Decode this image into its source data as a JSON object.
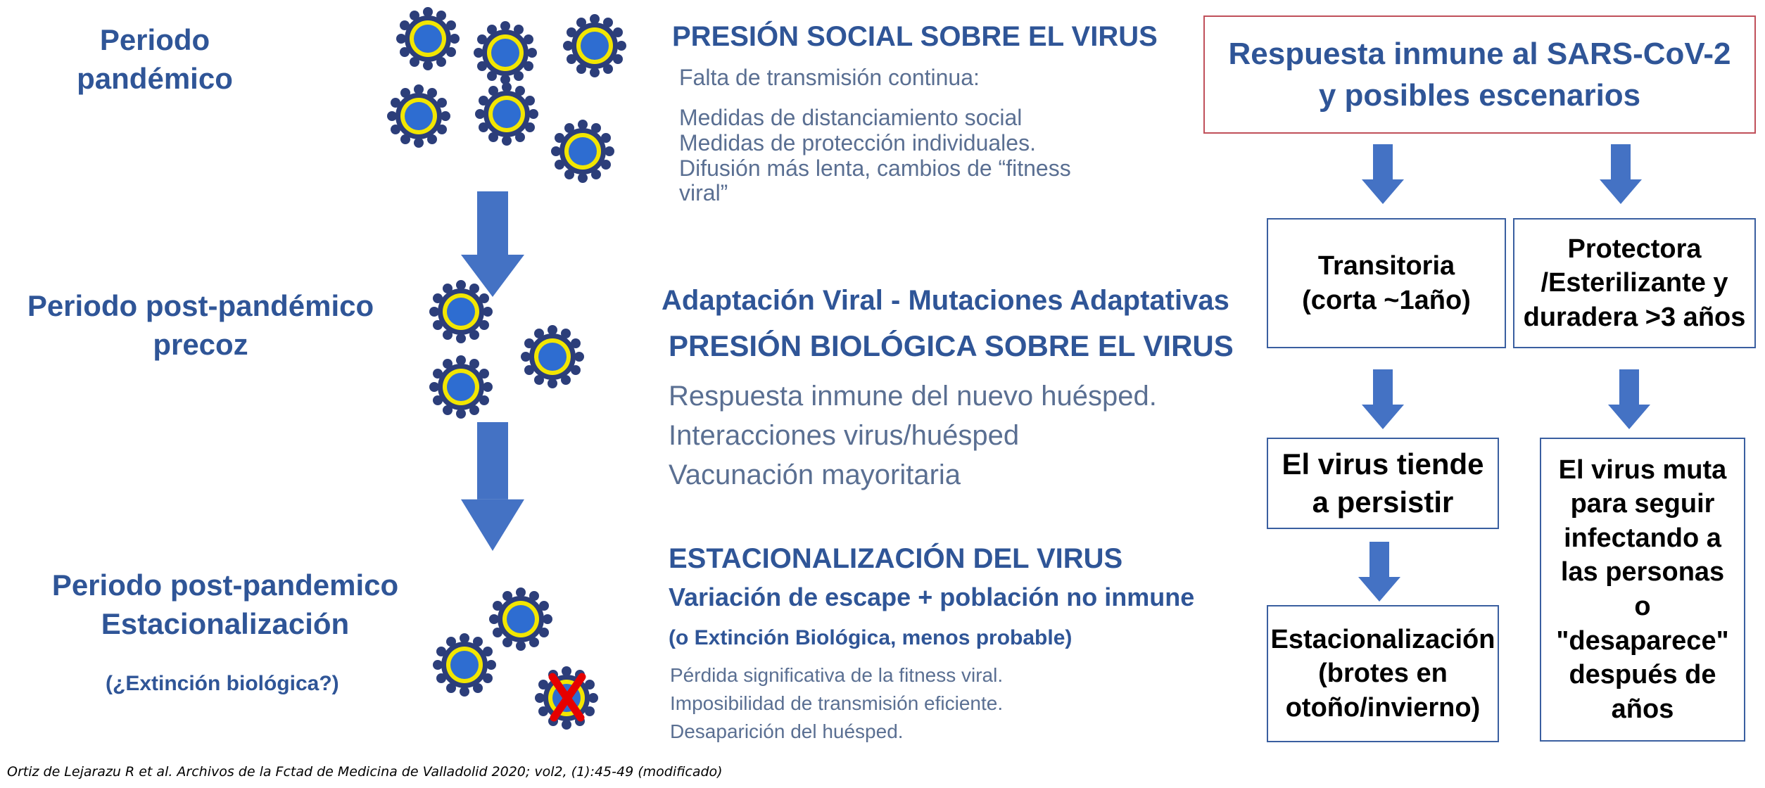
{
  "periods": {
    "pandemic": "Periodo pandémico",
    "early_post_line1": "Periodo post-pandémico",
    "early_post_line2": "precoz",
    "seasonal_line1": "Periodo post-pandemico",
    "seasonal_line2": "Estacionalización",
    "seasonal_sub": "(¿Extinción biológica?)"
  },
  "social_pressure": {
    "heading": "PRESIÓN SOCIAL SOBRE EL VIRUS",
    "subheading": "Falta de transmisión continua:",
    "items": [
      "Medidas de distanciamiento social",
      "Medidas de protección individuales.",
      "Difusión más lenta, cambios de “fitness",
      "viral”"
    ]
  },
  "biological_pressure": {
    "adaptation": "Adaptación Viral - Mutaciones Adaptativas",
    "heading": "PRESIÓN BIOLÓGICA SOBRE EL VIRUS",
    "items": [
      "Respuesta inmune del nuevo huésped.",
      "Interacciones virus/huésped",
      "Vacunación mayoritaria"
    ]
  },
  "seasonalization": {
    "heading": "ESTACIONALIZACIÓN DEL VIRUS",
    "subheading": "Variación de escape + población no inmune",
    "note": "(o Extinción Biológica, menos probable)",
    "items": [
      "Pérdida significativa de la fitness viral.",
      "Imposibilidad de transmisión eficiente.",
      "Desaparición del huésped."
    ]
  },
  "flowchart": {
    "title": "Respuesta inmune al SARS-CoV-2\ny posibles escenarios",
    "transient": "Transitoria\n(corta ~1año)",
    "protective": "Protectora\n/Esterilizante y\nduradera >3 años",
    "persist": "El virus tiende\na persistir",
    "mutates": "El virus muta\npara seguir\ninfectando a\nlas personas\no\n\"desaparece\"\ndespués de\naños",
    "seasonal": "Estacionalización\n(brotes en\notoño/invierno)"
  },
  "citation": "Ortiz de Lejarazu R et al. Archivos de la Fctad de Medicina de Valladolid 2020; vol2, (1):45-49 (modificado)",
  "colors": {
    "primary_blue": "#2f5597",
    "arrow_blue": "#4472c4",
    "text_gray_blue": "#5a6f92",
    "title_border": "#c0505a",
    "virus_spikes": "#2c3e7a",
    "virus_ring": "#f2e600",
    "virus_core": "#2e6dd1",
    "cross_red": "#e60000"
  }
}
